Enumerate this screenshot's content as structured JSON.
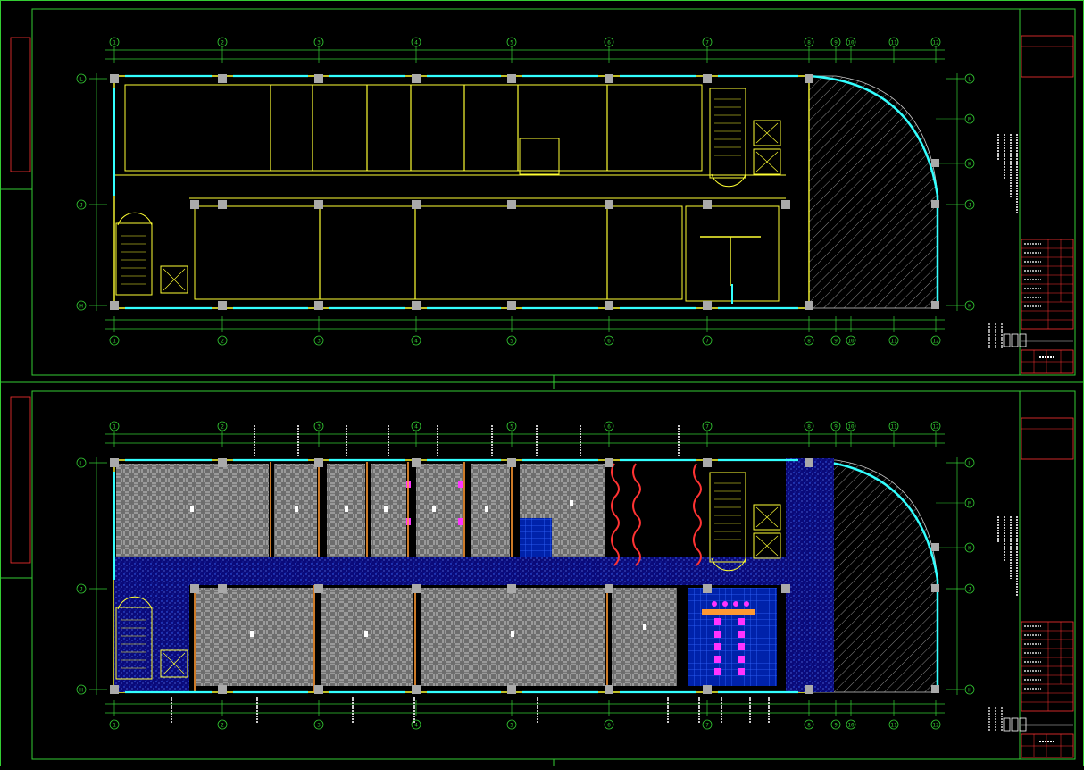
{
  "sheet": {
    "background": "#000000",
    "frame_color": "#33cc33",
    "colors": {
      "wall": "#ffff33",
      "window": "#33ffff",
      "column": "#aaaaaa",
      "dimension": "#33cc33",
      "grid_bubble": "#33cc33",
      "title_block": "#ff3333",
      "hatch": "#888888",
      "floor_tile": "#8a8a8a",
      "corridor": "#1a1aaa",
      "green_text": "#33ff33",
      "magenta": "#ff33ff",
      "orange": "#ff9933"
    }
  },
  "grid_labels_columns": [
    "1",
    "2",
    "3",
    "4",
    "5",
    "6",
    "7",
    "8",
    "9",
    "10",
    "11",
    "12"
  ],
  "grid_labels_rows": [
    "L",
    "J",
    "H"
  ],
  "grid_labels_rows_extra": [
    "M",
    "K"
  ],
  "plans": [
    {
      "id": "plan-top",
      "variant": "outline"
    },
    {
      "id": "plan-bottom",
      "variant": "finish"
    }
  ]
}
